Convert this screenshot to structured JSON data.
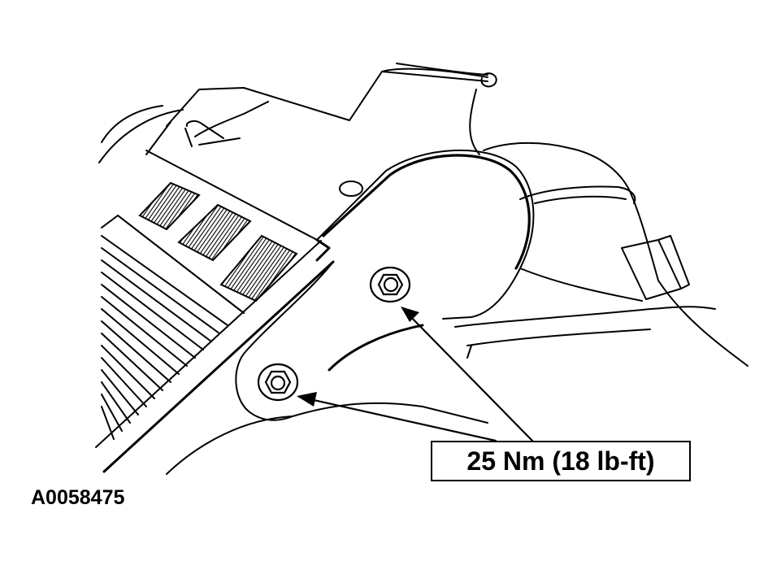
{
  "figure": {
    "id": "A0058475"
  },
  "callout": {
    "torque_label": "25 Nm (18 lb-ft)"
  },
  "fasteners": [
    {
      "name": "upper-bolt"
    },
    {
      "name": "lower-bolt"
    }
  ],
  "colors": {
    "line": "#000000",
    "background": "#ffffff"
  }
}
